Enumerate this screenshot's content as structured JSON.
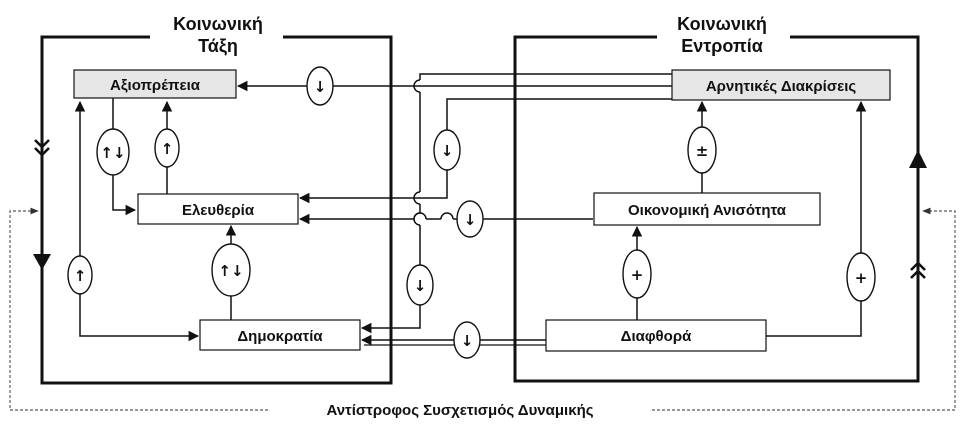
{
  "titles": {
    "left_line1": "Κοινωνική",
    "left_line2": "Τάξη",
    "right_line1": "Κοινωνική",
    "right_line2": "Εντροπία"
  },
  "boxes": {
    "dignity": "Αξιοπρέπεια",
    "freedom": "Ελευθερία",
    "democracy": "Δημοκρατία",
    "negative_discrimination": "Αρνητικές Διακρίσεις",
    "economic_inequality": "Οικονομική Ανισότητα",
    "corruption": "Διαφθορά"
  },
  "bottom_label": "Αντίστροφος Συσχετισμός Δυναμικής",
  "symbols": {
    "down": "↓",
    "up": "↑",
    "updown": "↑↓",
    "plus": "+",
    "plusminus": "±"
  },
  "colors": {
    "stroke": "#111111",
    "highlight_box": "#e6e6e6",
    "plain_box": "#ffffff",
    "dotted": "#777777"
  }
}
